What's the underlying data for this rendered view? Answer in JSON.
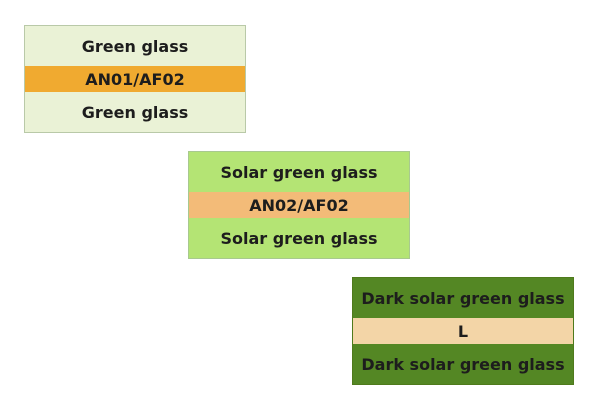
{
  "stacks": [
    {
      "top_glass": "Green glass",
      "interlayer": "AN01/AF02",
      "bottom_glass": "Green glass",
      "colors": {
        "glass": "#eaf2d6",
        "interlayer": "#f0aa30",
        "text": "#1d1d1d"
      }
    },
    {
      "top_glass": "Solar green glass",
      "interlayer": "AN02/AF02",
      "bottom_glass": "Solar green glass",
      "colors": {
        "glass": "#b4e474",
        "interlayer": "#f3bb78",
        "text": "#1d1d1d"
      }
    },
    {
      "top_glass": "Dark solar green glass",
      "interlayer": "L",
      "bottom_glass": "Dark solar green glass",
      "colors": {
        "glass": "#548724",
        "interlayer": "#f3d5a7",
        "text": "#1d1d1d"
      }
    }
  ]
}
